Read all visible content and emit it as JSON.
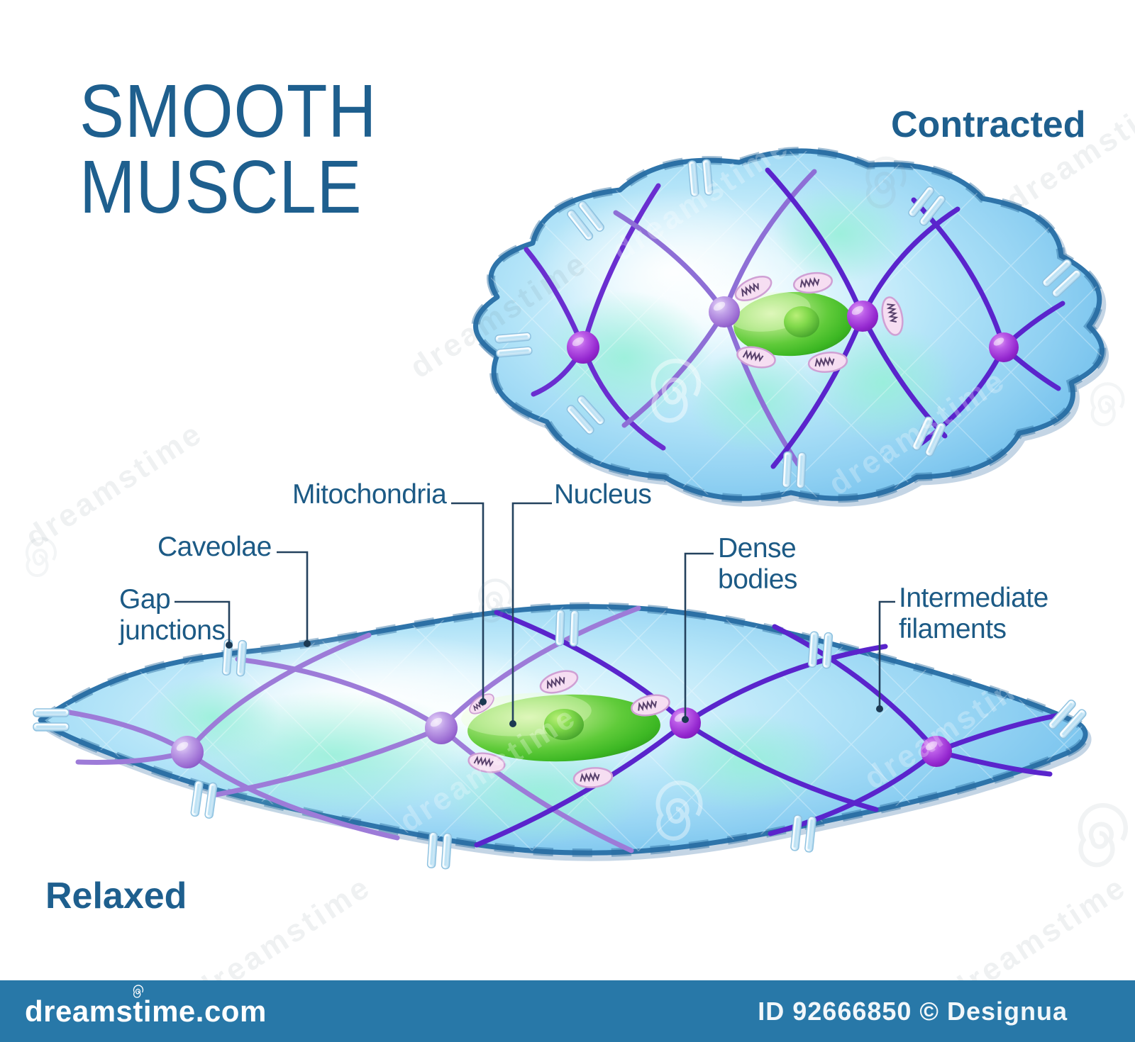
{
  "title": {
    "line1": "SMOOTH",
    "line2": "MUSCLE"
  },
  "cell_states": {
    "contracted_label": "Contracted",
    "relaxed_label": "Relaxed"
  },
  "structure_labels": {
    "mitochondria": "Mitochondria",
    "nucleus": "Nucleus",
    "caveolae": "Caveolae",
    "gap_junctions": [
      "Gap",
      "junctions"
    ],
    "dense_bodies": [
      "Dense",
      "bodies"
    ],
    "intermediate_filaments": [
      "Intermediate",
      "filaments"
    ]
  },
  "watermark": {
    "logo_text": "dreamstime.com",
    "credit_text": "ID 92666850 © Designua",
    "tile_text": "dreamstime"
  },
  "colors": {
    "title_blue": "#1e5f8e",
    "label_blue": "#1c5a85",
    "membrane_blue": "#2e74aa",
    "cell_fill_light": "#bfe9f8",
    "cell_highlight_teal": "#96f0d7",
    "filament_purple": "#5a24cc",
    "filament_lavender": "#9d7bd8",
    "dense_body_purple": "#9427cf",
    "dense_body_lavender": "#a87fd8",
    "nucleus_green": "#3db824",
    "nucleolus_green": "#6fcf3f",
    "mitochondria_pink": "#f6def2",
    "gap_junction_fill": "#eaf7ff",
    "credit_bar_blue": "#2878a8"
  }
}
